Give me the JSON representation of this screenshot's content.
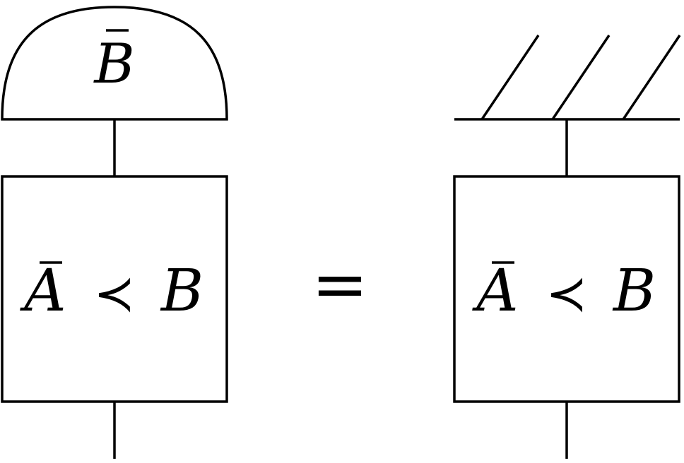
{
  "diagram": {
    "effect_label_letter": "B",
    "box_left": {
      "lhs": "A",
      "relation": "≺",
      "rhs": "B"
    },
    "equals": "=",
    "box_right": {
      "lhs": "A",
      "relation": "≺",
      "rhs": "B"
    }
  }
}
